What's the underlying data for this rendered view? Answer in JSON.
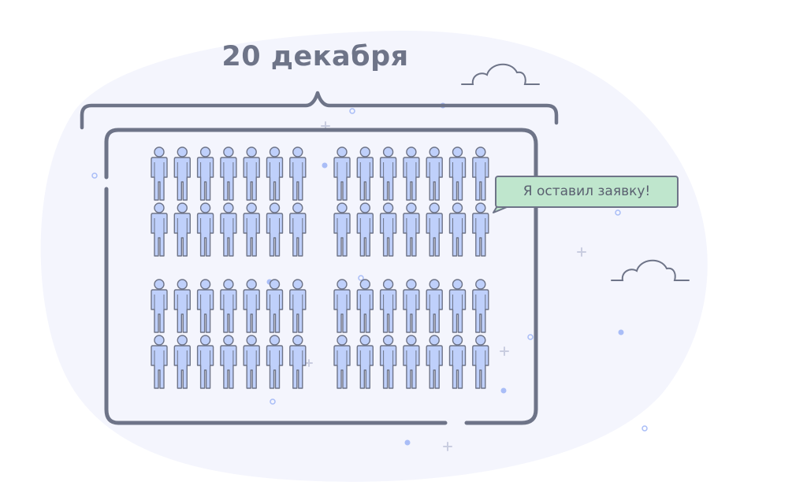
{
  "title": "20 декабря",
  "speech_bubble": "Я оставил заявку!",
  "people": {
    "groups": 4,
    "rows_per_group": 2,
    "per_row": 7,
    "blocks": 2
  },
  "colors": {
    "background_blob": "#f4f5fd",
    "outline": "#6e7488",
    "person_fill": "#bfd0fb",
    "bubble_fill": "#bfe6cd",
    "dots": "#a9bdf7",
    "text": "#6e7488"
  },
  "icons": [
    "cloud-icon",
    "person-icon",
    "speech-bubble-icon"
  ]
}
